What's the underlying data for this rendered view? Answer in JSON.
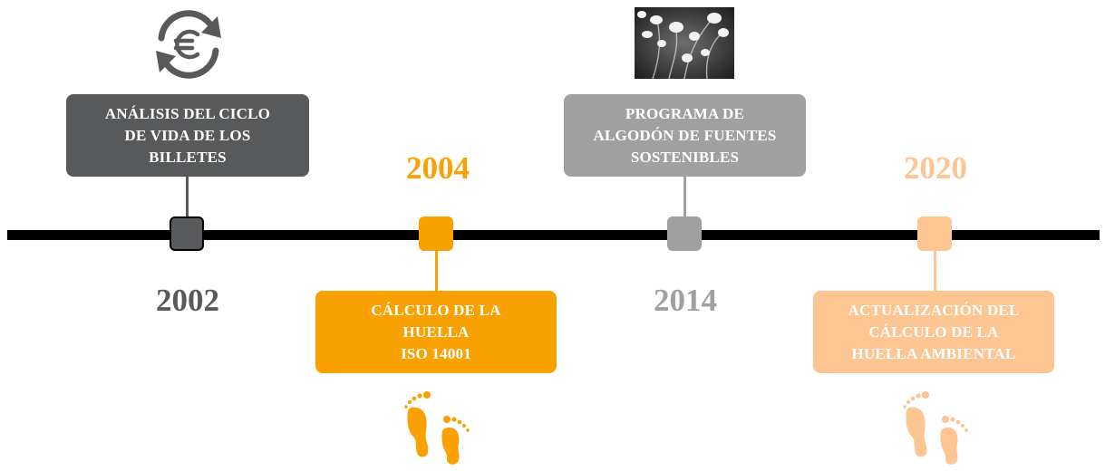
{
  "timeline": {
    "events": [
      {
        "year": "2002",
        "label": "ANÁLISIS DEL CICLO\nDE VIDA DE LOS\nBILLETES",
        "color": "#58595b",
        "icon": "euro-exchange-icon"
      },
      {
        "year": "2004",
        "label": "CÁLCULO DE LA\nHUELLA\nISO 14001",
        "color": "#f9a100",
        "icon": "footprints-icon"
      },
      {
        "year": "2014",
        "label": "PROGRAMA DE\nALGODÓN DE FUENTES\nSOSTENIBLES",
        "color": "#a0a0a0",
        "icon": "cotton-plant-photo"
      },
      {
        "year": "2020",
        "label": "ACTUALIZACIÓN DEL\nCÁLCULO DE LA\nHUELLA AMBIENTAL",
        "color": "#fcc592",
        "icon": "footprints-icon"
      }
    ]
  }
}
